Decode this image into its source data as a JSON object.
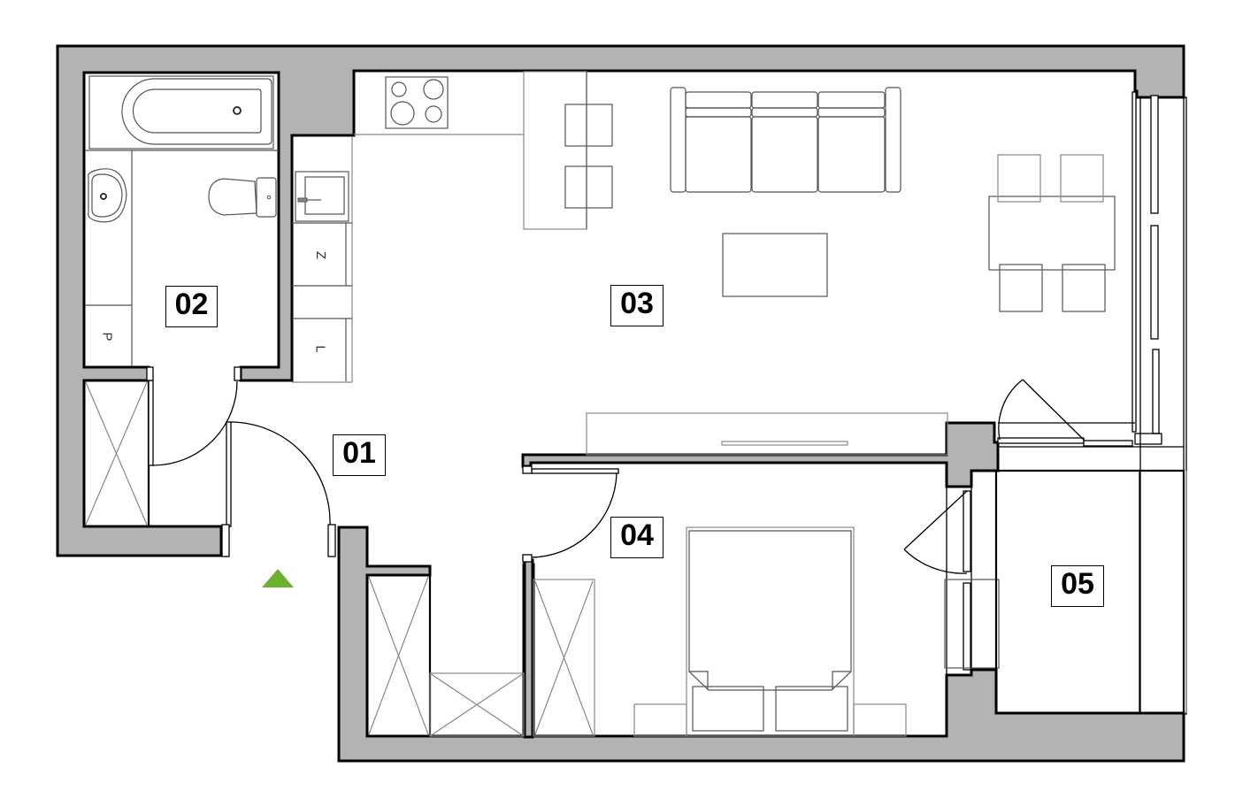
{
  "plan": {
    "colors": {
      "wall_fill": "#b3b3b3",
      "wall_stroke": "#000000",
      "entry_marker": "#6cb22e",
      "background": "#ffffff"
    },
    "rooms": [
      {
        "id": "01",
        "label": "01"
      },
      {
        "id": "02",
        "label": "02"
      },
      {
        "id": "03",
        "label": "03"
      },
      {
        "id": "04",
        "label": "04"
      },
      {
        "id": "05",
        "label": "05"
      }
    ],
    "fixture_letters": {
      "bathroom_p": "P",
      "kitchen_z": "Z",
      "kitchen_l": "L"
    },
    "entry_marker": "entry-triangle"
  }
}
